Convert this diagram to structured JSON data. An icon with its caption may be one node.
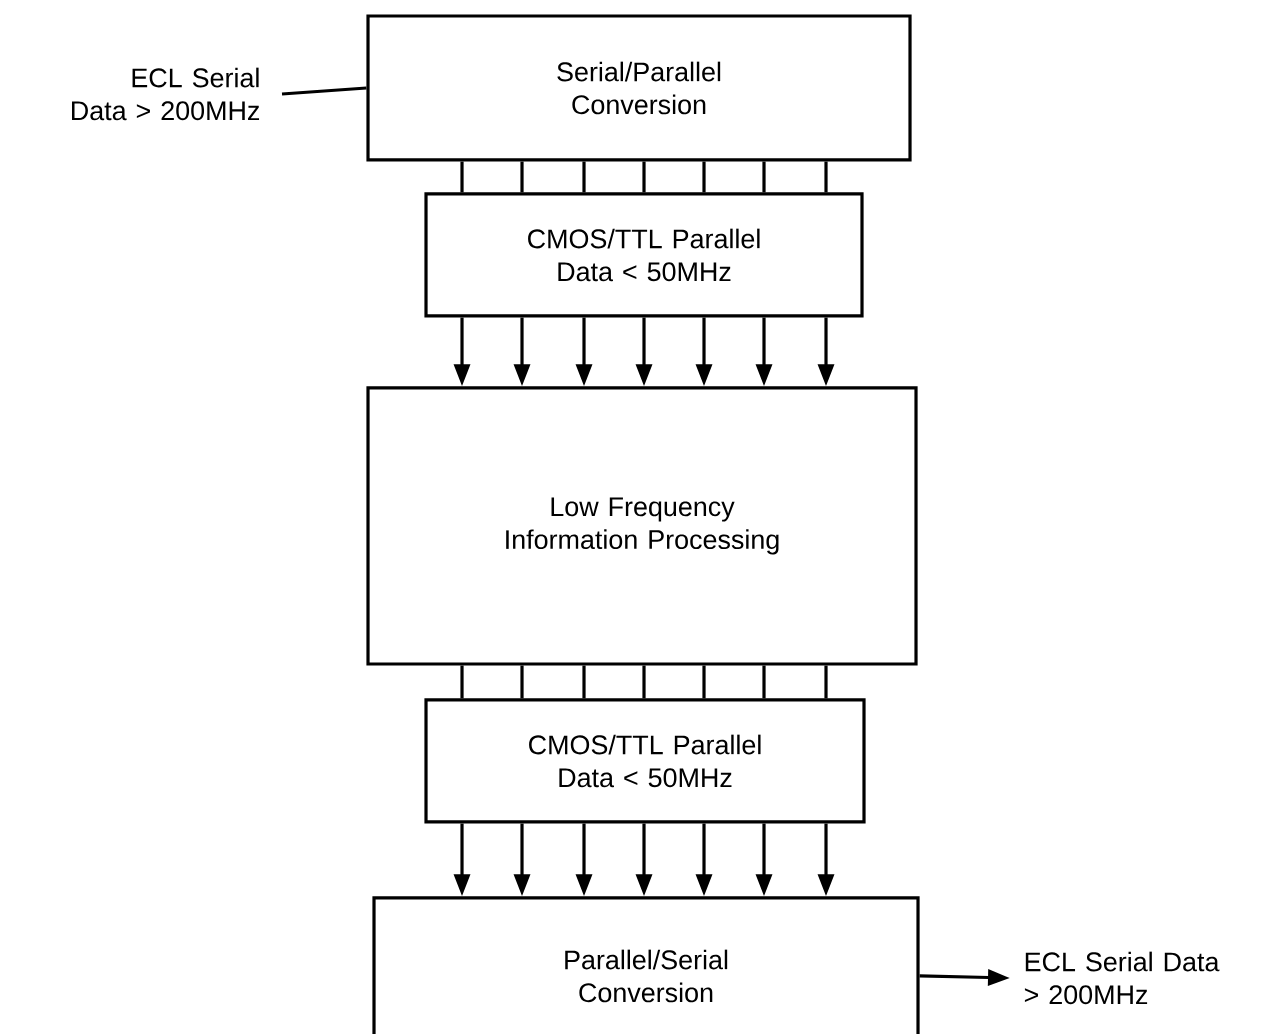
{
  "diagram": {
    "nodes": [
      {
        "text": [
          "ECL Serial Data > 200MHz"
        ]
      },
      {
        "text": [
          "Serial/Parallel Conversion"
        ]
      },
      {
        "text": [
          "CMOS/TTL Parallel Data < 50MHz"
        ]
      },
      {
        "text": [
          "Low Frequency Information Processing"
        ]
      },
      {
        "text": [
          "CMOS/TTL Parallel Data < 50MHz"
        ]
      },
      {
        "text": [
          "Parallel/Serial Conversion"
        ]
      },
      {
        "text": [
          "ECL Serial Data > 200MHz"
        ]
      }
    ],
    "edges": [
      {
        "from": 0,
        "to": 1,
        "arrow": "none"
      },
      {
        "from": 1,
        "to": 2,
        "arrow": "none"
      },
      {
        "from": 1,
        "to": 2,
        "arrow": "none"
      },
      {
        "from": 1,
        "to": 2,
        "arrow": "none"
      },
      {
        "from": 1,
        "to": 2,
        "arrow": "none"
      },
      {
        "from": 1,
        "to": 2,
        "arrow": "none"
      },
      {
        "from": 1,
        "to": 2,
        "arrow": "none"
      },
      {
        "from": 1,
        "to": 2,
        "arrow": "none"
      },
      {
        "from": 2,
        "to": 3,
        "arrow": "to"
      },
      {
        "from": 2,
        "to": 3,
        "arrow": "to"
      },
      {
        "from": 2,
        "to": 3,
        "arrow": "to"
      },
      {
        "from": 2,
        "to": 3,
        "arrow": "to"
      },
      {
        "from": 2,
        "to": 3,
        "arrow": "to"
      },
      {
        "from": 2,
        "to": 3,
        "arrow": "to"
      },
      {
        "from": 2,
        "to": 3,
        "arrow": "to"
      },
      {
        "from": 3,
        "to": 4,
        "arrow": "none"
      },
      {
        "from": 3,
        "to": 4,
        "arrow": "none"
      },
      {
        "from": 3,
        "to": 4,
        "arrow": "none"
      },
      {
        "from": 3,
        "to": 4,
        "arrow": "none"
      },
      {
        "from": 3,
        "to": 4,
        "arrow": "none"
      },
      {
        "from": 3,
        "to": 4,
        "arrow": "none"
      },
      {
        "from": 3,
        "to": 4,
        "arrow": "none"
      },
      {
        "from": 4,
        "to": 5,
        "arrow": "to"
      },
      {
        "from": 4,
        "to": 5,
        "arrow": "to"
      },
      {
        "from": 4,
        "to": 5,
        "arrow": "to"
      },
      {
        "from": 4,
        "to": 5,
        "arrow": "to"
      },
      {
        "from": 4,
        "to": 5,
        "arrow": "to"
      },
      {
        "from": 4,
        "to": 5,
        "arrow": "to"
      },
      {
        "from": 4,
        "to": 5,
        "arrow": "to"
      },
      {
        "from": 5,
        "to": 6,
        "arrow": "to"
      }
    ]
  }
}
